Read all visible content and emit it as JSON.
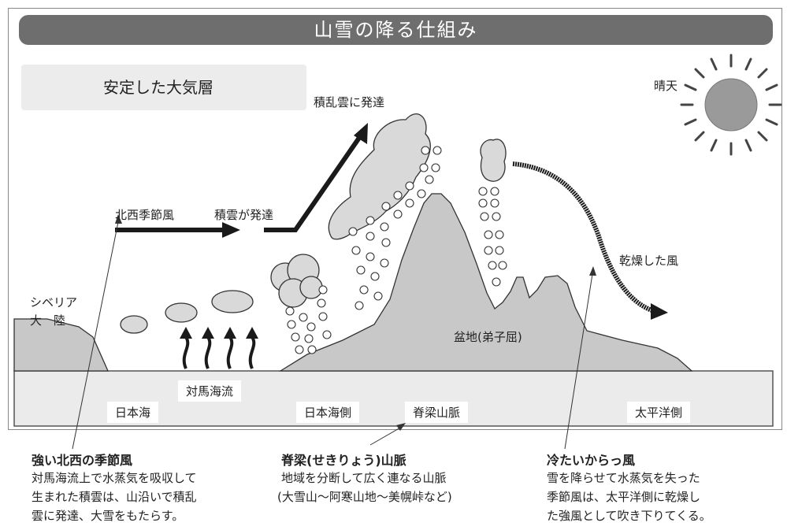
{
  "title": "山雪の降る仕組み",
  "stable_layer": "安定した大気層",
  "labels": {
    "sunny": "晴天",
    "cumulonimbus": "積乱雲に発達",
    "northwest_wind": "北西季節風",
    "cumulus_develop": "積雲が発達",
    "dry_wind": "乾燥した風",
    "siberia_1": "シベリア",
    "siberia_2": "大　陸",
    "basin": "盆地(弟子屈)",
    "tsushima": "対馬海流",
    "sea_of_japan": "日本海",
    "sea_of_japan_side": "日本海側",
    "sekiryo": "脊梁山脈",
    "pacific_side": "太平洋側"
  },
  "captions": {
    "left": {
      "title": "強い北西の季節風",
      "lines": [
        "対馬海流上で水蒸気を吸収して",
        "生まれた積雲は、山沿いで積乱",
        "雲に発達、大雪をもたらす。"
      ]
    },
    "middle": {
      "title": "脊梁(せきりょう)山脈",
      "lines": [
        "地域を分断して広く連なる山脈",
        "(大雪山〜阿寒山地〜美幌峠など)"
      ]
    },
    "right": {
      "title": "冷たいからっ風",
      "lines": [
        "雪を降らせて水蒸気を失った",
        "季節風は、太平洋側に乾燥し",
        "た強風として吹き下りてくる。"
      ]
    }
  },
  "colors": {
    "title_bar": "#6e6e6e",
    "stable_box": "#ececec",
    "terrain": "#c8c8c8",
    "ground_band": "#ebebeb",
    "cloud": "#d9d9d9",
    "arrow": "#1a1a1a"
  }
}
